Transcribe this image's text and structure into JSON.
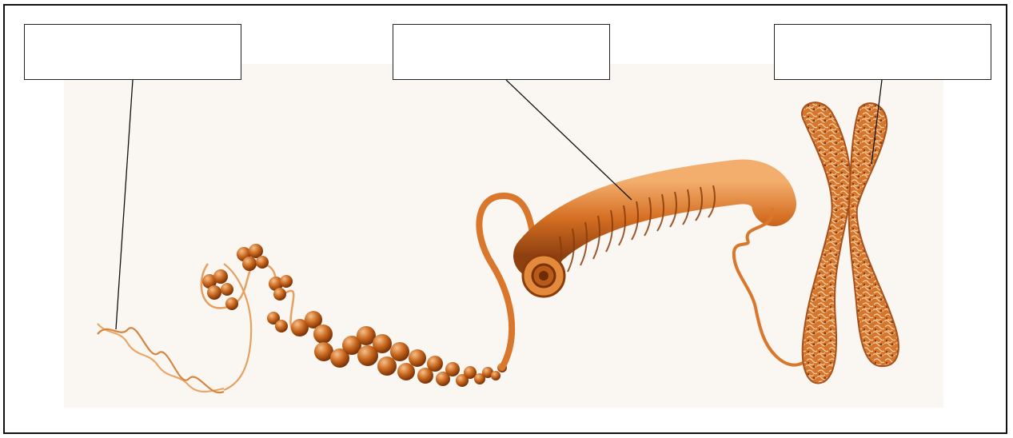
{
  "labels": [
    {
      "id": "box-1",
      "text": ""
    },
    {
      "id": "box-2",
      "text": ""
    },
    {
      "id": "box-3",
      "text": ""
    }
  ],
  "colors": {
    "dna_light": "#e8a460",
    "bead": "#c8661c",
    "bead_dark": "#8a3c0a",
    "fiber": "#d9782c",
    "chromosome": "#d2702a",
    "leader_line": "#111111"
  }
}
